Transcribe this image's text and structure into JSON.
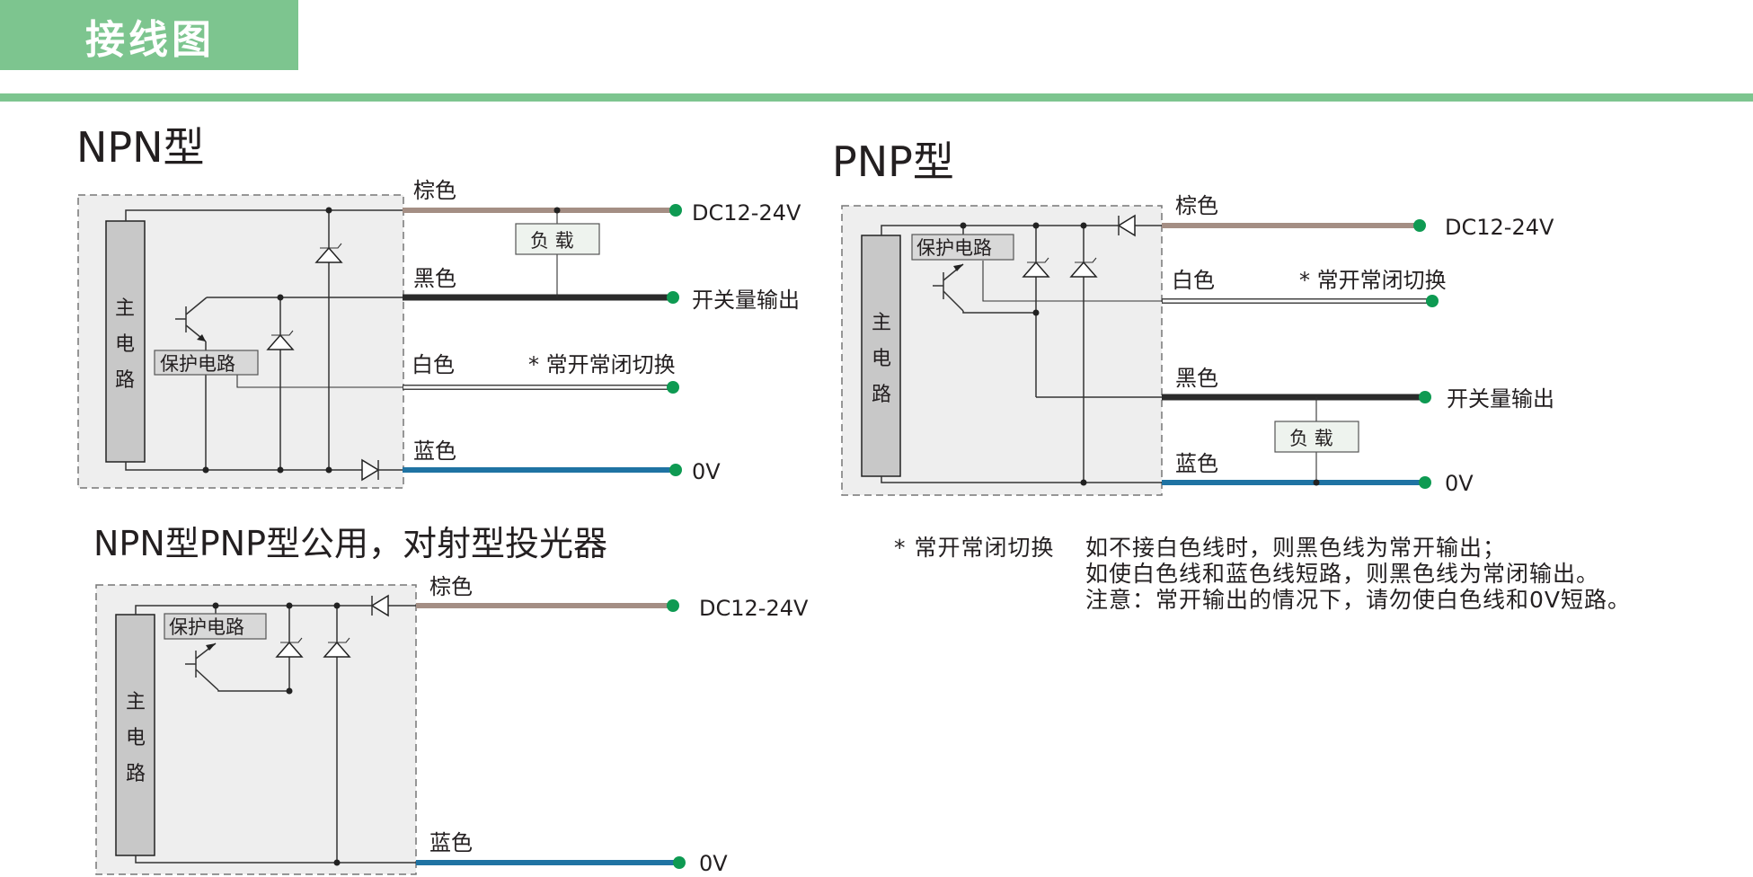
{
  "header": {
    "title": "接线图"
  },
  "colors": {
    "accent": "#7dc58f",
    "brown": "#a48e84",
    "black": "#2b2b2b",
    "blue": "#1f73a3",
    "white_wire": "#ffffff",
    "terminal": "#0e9a52",
    "box": "#eeeeee"
  },
  "common": {
    "main_circuit_chars": [
      "主",
      "电",
      "路"
    ],
    "protect": "保护电路",
    "load": "负 载"
  },
  "npn": {
    "title": "NPN型",
    "wires": [
      {
        "color": "棕色",
        "terminal": "DC12-24V"
      },
      {
        "color": "黑色",
        "terminal": "开关量输出"
      },
      {
        "color": "白色",
        "terminal": "* 常开常闭切换"
      },
      {
        "color": "蓝色",
        "terminal": "0V"
      }
    ]
  },
  "pnp": {
    "title": "PNP型",
    "wires": [
      {
        "color": "棕色",
        "terminal": "DC12-24V"
      },
      {
        "color": "白色",
        "terminal": "* 常开常闭切换"
      },
      {
        "color": "黑色",
        "terminal": "开关量输出"
      },
      {
        "color": "蓝色",
        "terminal": "0V"
      }
    ]
  },
  "emitter": {
    "title": "NPN型PNP型公用，对射型投光器",
    "wires": [
      {
        "color": "棕色",
        "terminal": "DC12-24V"
      },
      {
        "color": "蓝色",
        "terminal": "0V"
      }
    ]
  },
  "note": {
    "label": "* 常开常闭切换",
    "lines": [
      "如不接白色线时，则黑色线为常开输出；",
      "如使白色线和蓝色线短路，则黑色线为常闭输出。",
      "注意：常开输出的情况下，请勿使白色线和0V短路。"
    ]
  }
}
